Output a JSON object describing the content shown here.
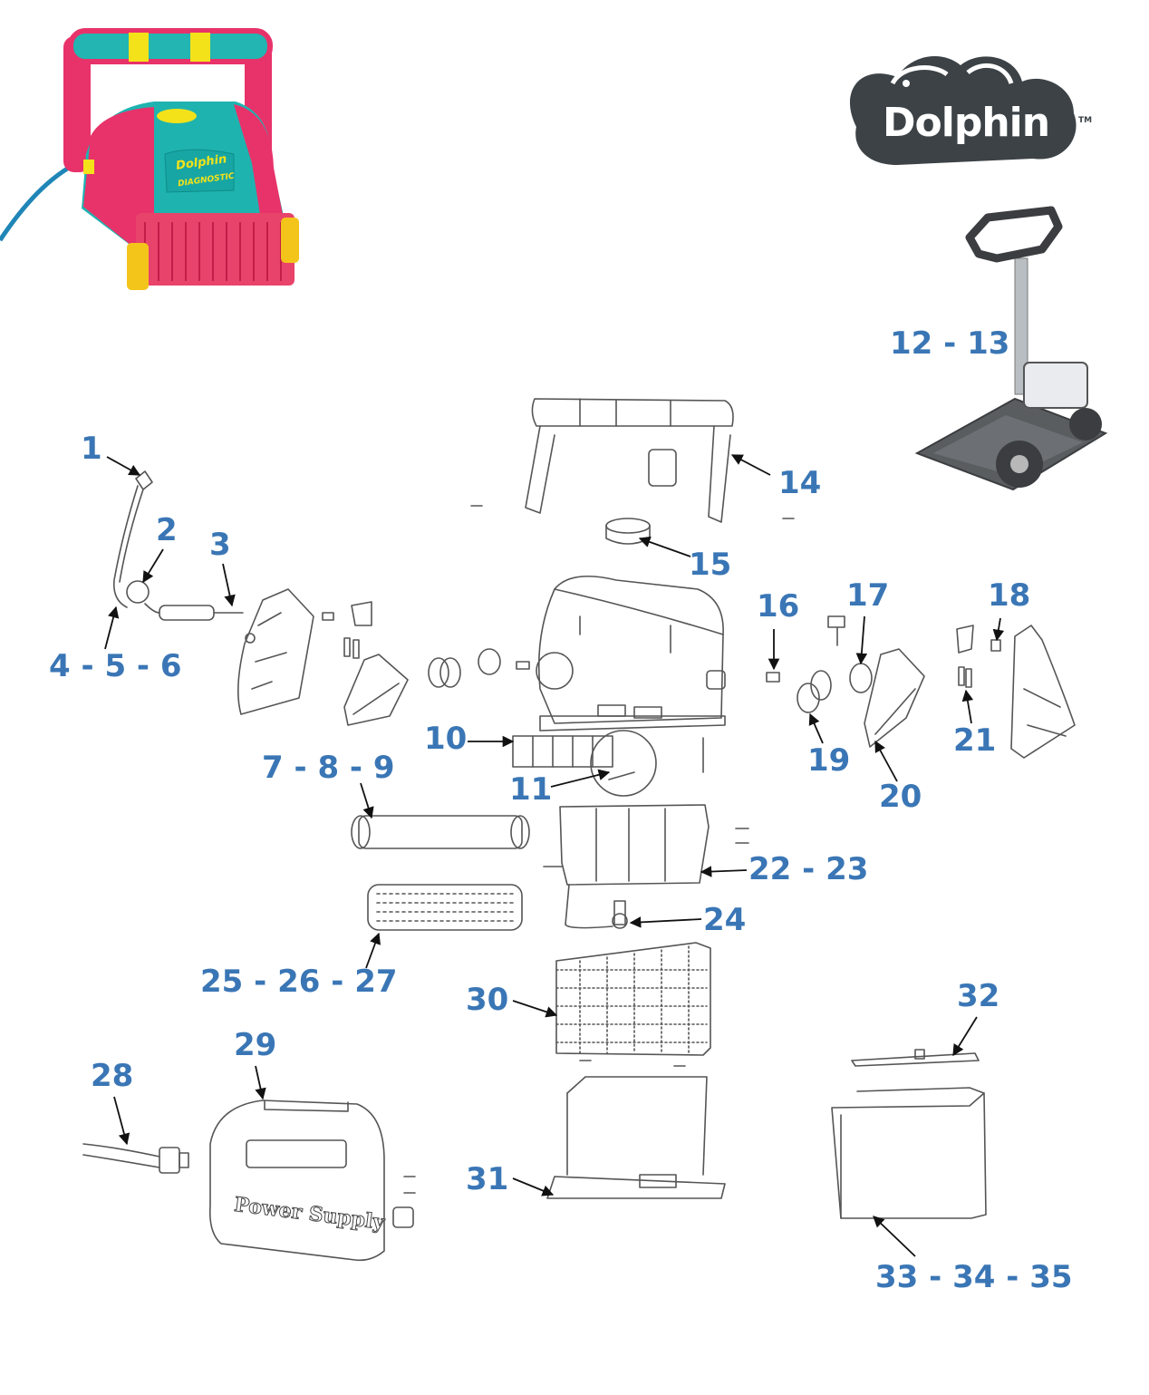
{
  "brand": {
    "name": "Dolphin",
    "trademark": "TM",
    "colors": {
      "logo_dark": "#3c4246",
      "logo_light": "#ffffff"
    }
  },
  "colors": {
    "callout": "#3a76b5",
    "line_art": "#555555",
    "robot_body": "#1fb3b0",
    "robot_accent": "#e8326a",
    "robot_yellow": "#f3e21a",
    "caddy_dark": "#5a5d60"
  },
  "robot_photo": {
    "brand_label": "Dolphin",
    "model_label": "DIAGNOSTIC"
  },
  "power_supply_label": "Power Supply",
  "callouts": {
    "c1": "1",
    "c2": "2",
    "c3": "3",
    "c456": "4 - 5 - 6",
    "c789": "7 - 8 - 9",
    "c10": "10",
    "c11": "11",
    "c1213": "12 - 13",
    "c14": "14",
    "c15": "15",
    "c16": "16",
    "c17": "17",
    "c18": "18",
    "c19": "19",
    "c20": "20",
    "c21": "21",
    "c2223": "22 - 23",
    "c24": "24",
    "c252627": "25 - 26 - 27",
    "c28": "28",
    "c29": "29",
    "c30": "30",
    "c31": "31",
    "c32": "32",
    "c333435": "33 - 34 - 35"
  }
}
